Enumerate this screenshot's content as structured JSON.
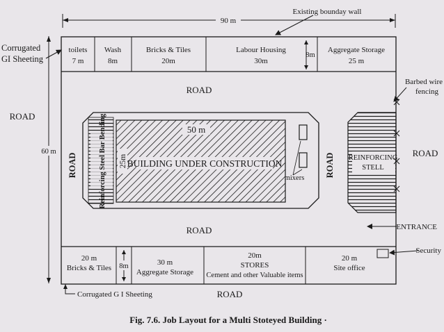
{
  "labels": {
    "top_dimension": "90 m",
    "boundary_wall": "Existing bounday wall",
    "corrugated_top_1": "Corrugated",
    "corrugated_top_2": "GI Sheeting",
    "road_left": "ROAD",
    "left_dimension": "60 m",
    "road_top": "ROAD",
    "road_mid": "ROAD",
    "road_bottom": "ROAD",
    "road_vert_left": "ROAD",
    "road_vert_right": "ROAD",
    "road_right": "ROAD",
    "barbed_1": "Barbed wire",
    "barbed_2": "fencing",
    "entrance": "ENTRANCE",
    "security": "Security",
    "corrugated_bottom": "Corrugated G I Sheeting",
    "building_length": "50 m",
    "building_width": "25m",
    "building": "BUILDING UNDER CONSTRUCTION",
    "mixers": "mixers",
    "reinforcing_left": "Reinforcing Steel Bar Bending",
    "reinforcing_right_1": "REINFORCING",
    "reinforcing_right_2": "STELL",
    "caption": "Fig. 7.6. Job Layout for a Multi Stoteyed Building ·"
  },
  "top_row": [
    {
      "name": "toilets",
      "dim": "7 m"
    },
    {
      "name": "Wash",
      "dim": "8m"
    },
    {
      "name": "Bricks & Tiles",
      "dim": "20m"
    },
    {
      "name": "Labour Housing",
      "dim": "30m"
    },
    {
      "name": "",
      "dim": "8m"
    },
    {
      "name": "Aggregate Storage",
      "dim": "25 m"
    }
  ],
  "bottom_row": [
    {
      "dim": "20 m",
      "name": "Bricks & Tiles"
    },
    {
      "dim": "8m",
      "name": ""
    },
    {
      "dim": "30 m",
      "name": "Aggregate Storage"
    },
    {
      "dim": "20m",
      "name": "STORES",
      "sub": "Cement and other Valuable items"
    },
    {
      "dim": "20 m",
      "name": "Site office"
    }
  ],
  "colors": {
    "background": "#e9e6ea",
    "ink": "#1a1a1a"
  }
}
